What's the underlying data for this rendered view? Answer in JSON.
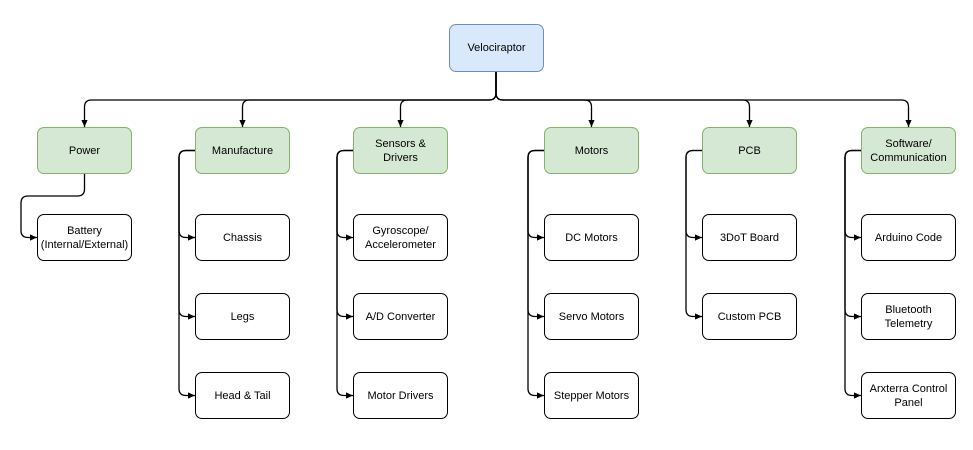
{
  "root": {
    "label": "Velociraptor",
    "color": "#dae8fc",
    "border": "#6c8ebf"
  },
  "categories": [
    {
      "label": "Power",
      "children": [
        "Battery\n(Internal/External)"
      ]
    },
    {
      "label": "Manufacture",
      "children": [
        "Chassis",
        "Legs",
        "Head & Tail"
      ]
    },
    {
      "label": "Sensors & Drivers",
      "children": [
        "Gyroscope/\nAccelerometer",
        "A/D Converter",
        "Motor Drivers"
      ]
    },
    {
      "label": "Motors",
      "children": [
        "DC Motors",
        "Servo Motors",
        "Stepper Motors"
      ]
    },
    {
      "label": "PCB",
      "children": [
        "3DoT Board",
        "Custom PCB"
      ]
    },
    {
      "label": "Software/\nCommunication",
      "children": [
        "Arduino Code",
        "Bluetooth Telemetry",
        "Arxterra Control\nPanel"
      ]
    }
  ],
  "colors": {
    "category_fill": "#d5e8d4",
    "category_border": "#82b366",
    "leaf_border": "#000000",
    "edge": "#000000"
  }
}
